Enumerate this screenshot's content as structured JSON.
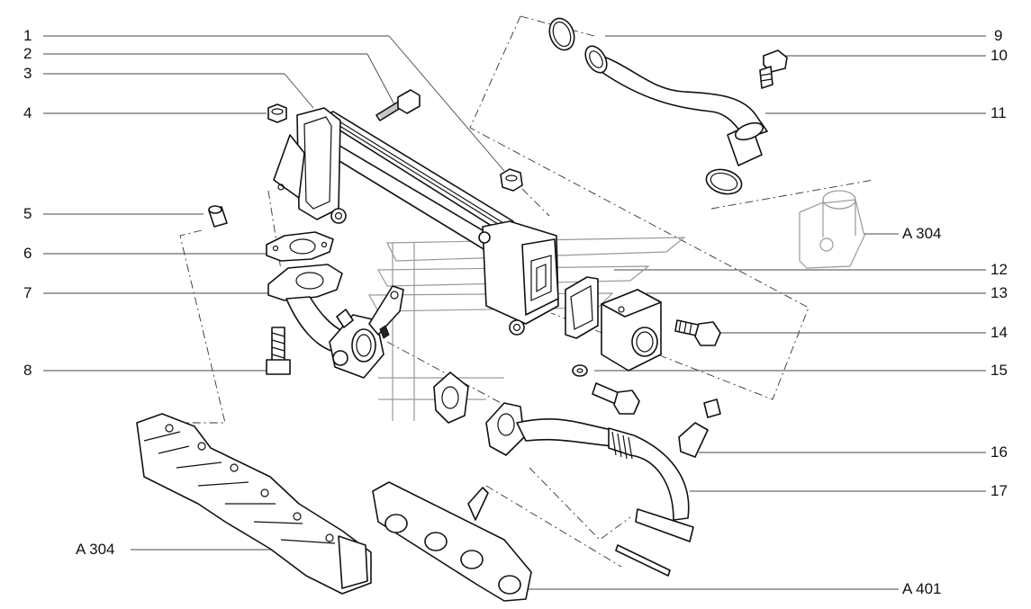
{
  "callouts": {
    "left": [
      "1",
      "2",
      "3",
      "4",
      "5",
      "6",
      "7",
      "8"
    ],
    "right": [
      "9",
      "10",
      "11",
      "12",
      "13",
      "14",
      "15",
      "16",
      "17"
    ]
  },
  "references": {
    "top_right": "A 304",
    "bottom_left": "A 304",
    "bottom_right": "A 401"
  }
}
